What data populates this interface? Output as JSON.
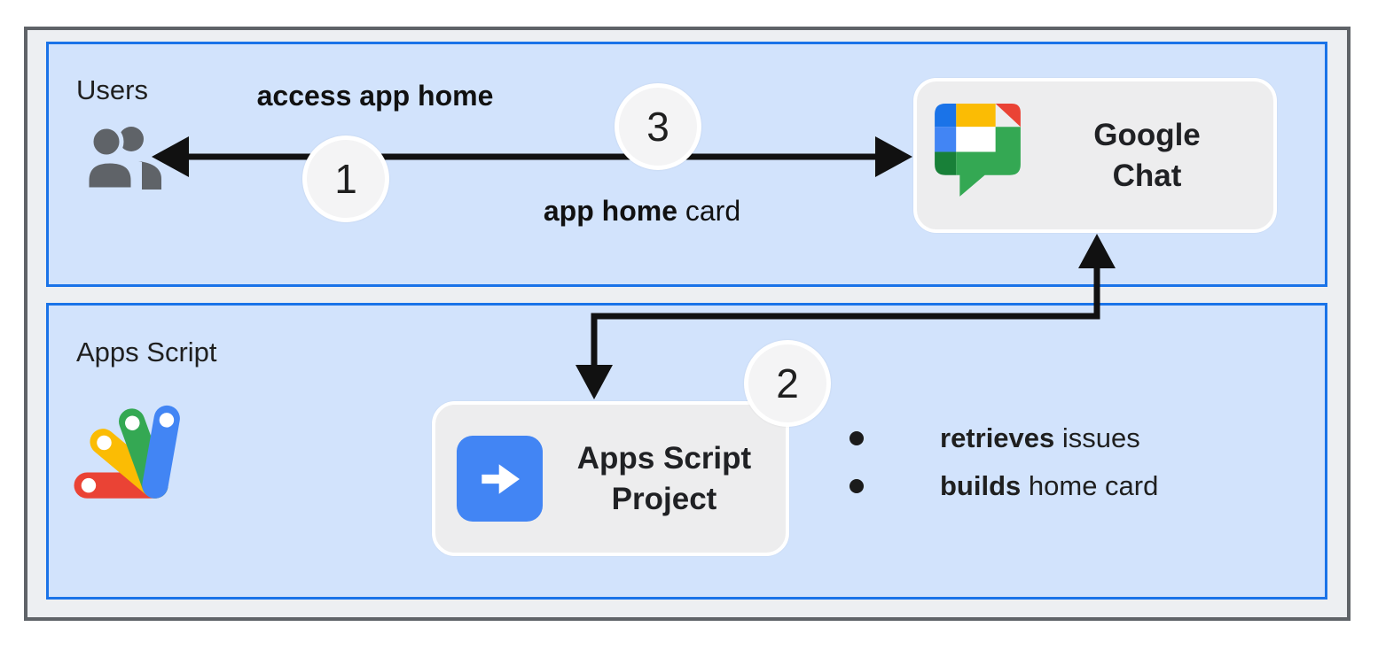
{
  "diagram": {
    "title_hint": "Google Chat app home flow",
    "sections": {
      "users_chat": {
        "users_label": "Users",
        "request_label_bold": "access app home",
        "response_label_bold": "app home",
        "response_label_rest": " card",
        "google_chat_node": {
          "line1": "Google",
          "line2": "Chat"
        }
      },
      "apps_script": {
        "label": "Apps Script",
        "project_node": {
          "line1": "Apps Script",
          "line2": "Project"
        },
        "bullets": [
          {
            "bold": "retrieves",
            "rest": " issues"
          },
          {
            "bold": "builds",
            "rest": " home card"
          }
        ]
      }
    },
    "steps": {
      "step1": "1",
      "step2": "2",
      "step3": "3"
    },
    "icons": {
      "users": "users-icon",
      "google_chat": "google-chat-logo",
      "apps_script": "apps-script-logo",
      "project_arrow": "arrow-right-icon"
    },
    "colors": {
      "section_fill": "#d2e3fc",
      "section_border": "#1a73e8",
      "frame_fill": "#edeff2",
      "frame_border": "#5f6368",
      "node_fill": "#ededee",
      "arrow_black": "#111111",
      "google_blue": "#4285f4",
      "google_blue_dark": "#1a73e8",
      "google_green": "#34a853",
      "google_green_dark": "#188038",
      "google_yellow": "#fbbc04",
      "google_red": "#ea4335",
      "people_gray": "#5f6368"
    }
  }
}
